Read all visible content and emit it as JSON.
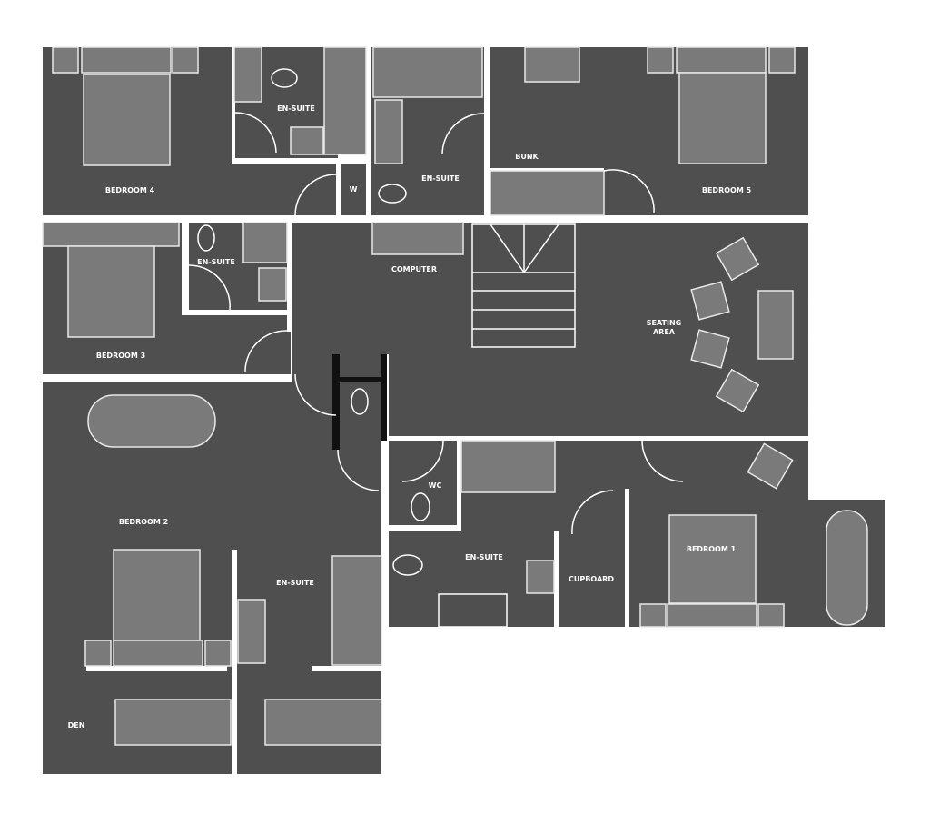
{
  "plan": {
    "colors": {
      "room": "#4f4f4f",
      "furniture": "#7a7a7a",
      "walls": "#ffffff"
    },
    "labels": {
      "bedroom4": "BEDROOM 4",
      "ensuite_b4": "EN-SUITE",
      "w": "W",
      "ensuite_mid": "EN-SUITE",
      "bunk": "BUNK",
      "bedroom5": "BEDROOM 5",
      "ensuite_b3": "EN-SUITE",
      "computer": "COMPUTER",
      "bedroom3": "BEDROOM 3",
      "seating1": "SEATING",
      "seating2": "AREA",
      "bedroom2": "BEDROOM 2",
      "wc": "WC",
      "ensuite_b1": "EN-SUITE",
      "cupboard": "CUPBOARD",
      "bedroom1": "BEDROOM 1",
      "ensuite_b2": "EN-SUITE",
      "den": "DEN"
    }
  }
}
